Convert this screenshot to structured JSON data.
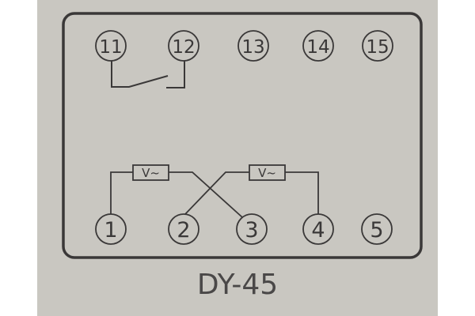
{
  "diagram": {
    "caption": "DY-45",
    "colors": {
      "line": "#3a3838",
      "paper": "#c9c7c1",
      "margin": "#ffffff"
    },
    "top_terminals": [
      {
        "id": "11",
        "label": "11"
      },
      {
        "id": "12",
        "label": "12"
      },
      {
        "id": "13",
        "label": "13"
      },
      {
        "id": "14",
        "label": "14"
      },
      {
        "id": "15",
        "label": "15"
      }
    ],
    "bottom_terminals": [
      {
        "id": "1",
        "label": "1"
      },
      {
        "id": "2",
        "label": "2"
      },
      {
        "id": "3",
        "label": "3"
      },
      {
        "id": "4",
        "label": "4"
      },
      {
        "id": "5",
        "label": "5"
      }
    ],
    "coils": [
      {
        "label": "V~",
        "between": [
          "1",
          "3"
        ]
      },
      {
        "label": "V~",
        "between": [
          "2",
          "4"
        ]
      }
    ],
    "contacts": [
      {
        "type": "normally-open",
        "between": [
          "11",
          "12"
        ]
      }
    ]
  }
}
